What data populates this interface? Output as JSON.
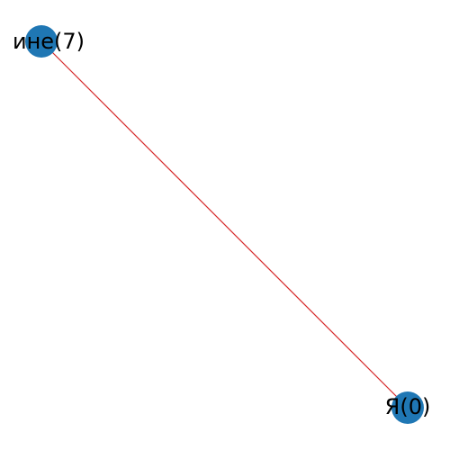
{
  "graph": {
    "nodes": [
      {
        "id": "n1",
        "label": "ине(7)"
      },
      {
        "id": "n2",
        "label": "Я(0)"
      }
    ],
    "edges": [
      {
        "source": "n1",
        "target": "n2"
      }
    ],
    "node_color": "#1f77b4",
    "edge_color": "#d62728",
    "label_color": "#000000"
  }
}
